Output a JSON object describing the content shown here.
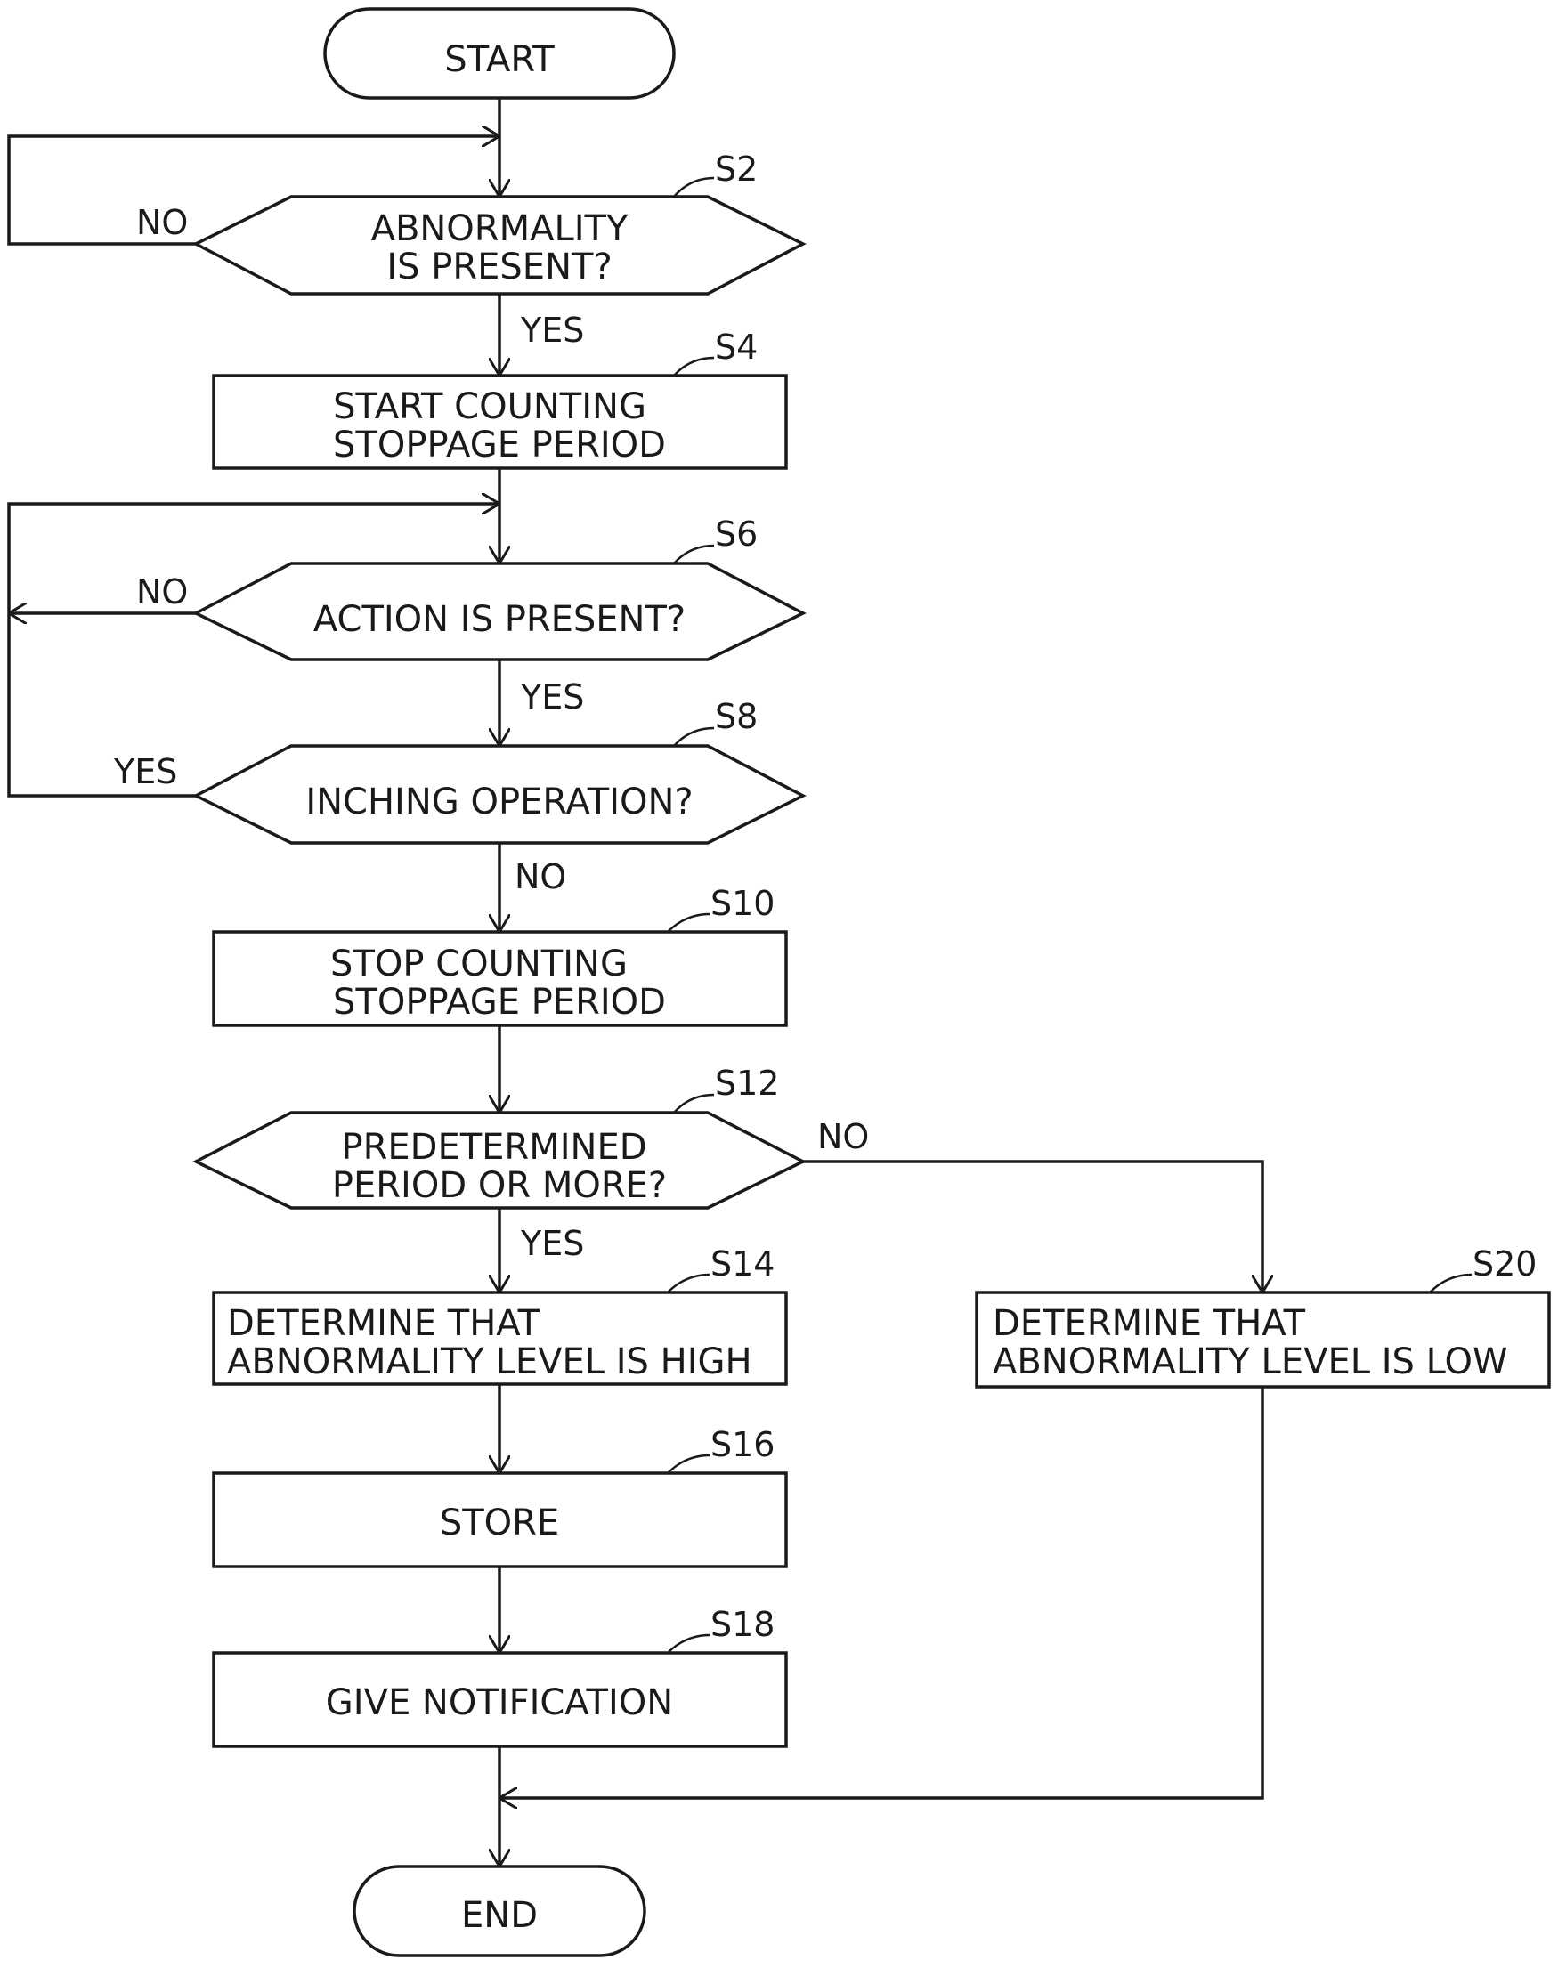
{
  "flowchart": {
    "start": "START",
    "end": "END",
    "s2": {
      "step": "S2",
      "line1": "ABNORMALITY",
      "line2": "IS PRESENT?",
      "no": "NO",
      "yes": "YES"
    },
    "s4": {
      "step": "S4",
      "line1": "START COUNTING",
      "line2": "STOPPAGE PERIOD"
    },
    "s6": {
      "step": "S6",
      "text": "ACTION IS PRESENT?",
      "no": "NO",
      "yes": "YES"
    },
    "s8": {
      "step": "S8",
      "text": "INCHING OPERATION?",
      "yes": "YES",
      "no": "NO"
    },
    "s10": {
      "step": "S10",
      "line1": "STOP COUNTING",
      "line2": "STOPPAGE PERIOD"
    },
    "s12": {
      "step": "S12",
      "line1": "PREDETERMINED",
      "line2": "PERIOD OR MORE?",
      "no": "NO",
      "yes": "YES"
    },
    "s14": {
      "step": "S14",
      "line1": "DETERMINE THAT",
      "line2": "ABNORMALITY LEVEL IS HIGH"
    },
    "s16": {
      "step": "S16",
      "text": "STORE"
    },
    "s18": {
      "step": "S18",
      "text": "GIVE NOTIFICATION"
    },
    "s20": {
      "step": "S20",
      "line1": "DETERMINE THAT",
      "line2": "ABNORMALITY LEVEL IS LOW"
    }
  }
}
